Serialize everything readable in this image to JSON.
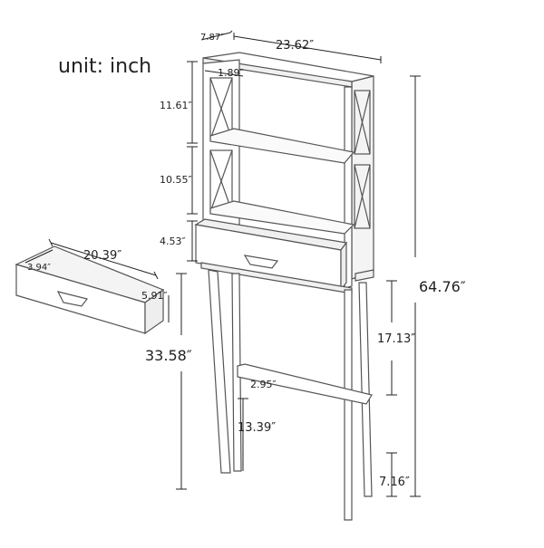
{
  "diagram": {
    "unit_label": "unit:  inch",
    "dimensions": {
      "depth": "7.87″",
      "width": "23.62″",
      "side_clearance": "1.89″",
      "top_shelf_gap": "11.61″",
      "middle_shelf_gap": "10.55″",
      "drawer_height": "4.53″",
      "total_height": "64.76″",
      "leg_height": "33.58″",
      "clearance_height": "17.13″",
      "crossbar_height": "2.95″",
      "crossbar_to_floor": "13.39″",
      "foot_height": "7.16″"
    },
    "drawer": {
      "length": "20.39″",
      "depth": "3.94″",
      "height": "5.91″"
    },
    "colors": {
      "line": "#555555",
      "dim_line": "#222222",
      "panel": "#ffffff",
      "shade": "#f0f0f0"
    }
  }
}
